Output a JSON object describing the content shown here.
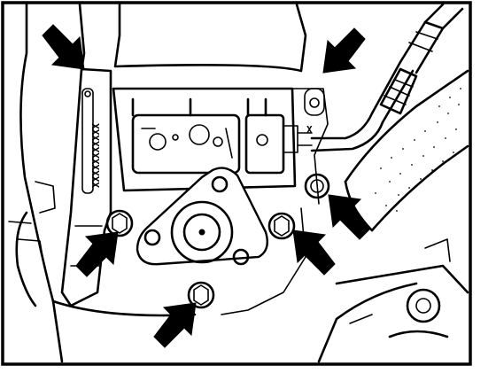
{
  "stamp": {
    "text": "XXXXXXXXXXX"
  },
  "tag": {
    "text": "X"
  },
  "arrows": [
    {
      "name": "arrow-top-left-upper",
      "target": "bracket-top-left"
    },
    {
      "name": "arrow-top-right-upper",
      "target": "bracket-top-right"
    },
    {
      "name": "arrow-right-bolt",
      "target": "bolt-right-upper"
    },
    {
      "name": "arrow-left-bolt",
      "target": "bolt-left"
    },
    {
      "name": "arrow-right-lower-bolt",
      "target": "bolt-right"
    },
    {
      "name": "arrow-bottom-bolt",
      "target": "bolt-bottom"
    }
  ],
  "colors": {
    "ink": "#000000",
    "paper": "#ffffff"
  }
}
